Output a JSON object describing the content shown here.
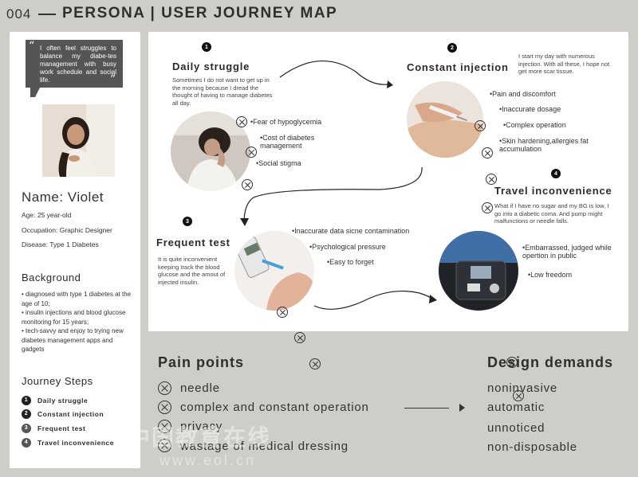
{
  "header": {
    "number": "004",
    "title": "PERSONA | USER JOURNEY MAP"
  },
  "persona": {
    "quote": "I often feel struggles to balance my diabe-tes management with busy work schedule and social life.",
    "quote_open": "“",
    "quote_close": "”",
    "name": "Name: Violet",
    "age": "Age: 25 year-old",
    "occupation": "Occupation: Graphic Designer",
    "disease": "Disease: Type 1 Diabetes",
    "background_title": "Background",
    "background": [
      "• diagnosed with type 1 diabetes at the age of 10;",
      "• insulin injections and blood glucose monitoring for 15 years;",
      "• tech-savvy and enjoy to trying new diabetes management apps and gadgets"
    ],
    "journey_title": "Journey Steps",
    "steps": [
      {
        "num": "1",
        "label": "Daily struggle"
      },
      {
        "num": "2",
        "label": "Constant injection"
      },
      {
        "num": "3",
        "label": "Frequent test"
      },
      {
        "num": "4",
        "label": "Travel inconvenience"
      }
    ]
  },
  "journey": {
    "s1": {
      "num": "1",
      "title": "Daily struggle",
      "text": "Sometimes I do not want to get up in the morning because I dread the thought of having to manage diabetes all day.",
      "pains": [
        "•Fear of hypoglycemia",
        "•Cost of diabetes management",
        "•Social stigma"
      ]
    },
    "s2": {
      "num": "2",
      "title": "Constant injection",
      "text": "I start my day with numerous injection. With all these, I hope not get more scar tissue.",
      "pains": [
        "•Pain and discomfort",
        "•Inaccurate dosage",
        "•Complex operation",
        "•Skin hardening,allergies fat accumulation"
      ]
    },
    "s3": {
      "num": "3",
      "title": "Frequent test",
      "text": "It is quite inconvenient keeping track the blood glucose and the amout of injected insulin.",
      "pains": [
        "•Inaccurate data sicne contamination",
        "•Psychological pressure",
        "•Easy to forget"
      ]
    },
    "s4": {
      "num": "4",
      "title": "Travel inconvenience",
      "text": "What if I have no sugar and my BG is low, I go into a diabetic coma. And pump might malfunctions or needle falls.",
      "pains": [
        "•Embarrassed, judged while opertion in public",
        "•Low freedom"
      ]
    }
  },
  "summary": {
    "pain_title": "Pain points",
    "pain_points": [
      "needle",
      "complex and constant operation",
      "privacy",
      "wastage of medical dressing"
    ],
    "design_title": "Design demands",
    "design_demands": [
      "noninvasive",
      "automatic",
      "unnoticed",
      "non-disposable"
    ]
  },
  "watermark": {
    "line1": "中国教育在线",
    "line2": "www.eol.cn"
  }
}
